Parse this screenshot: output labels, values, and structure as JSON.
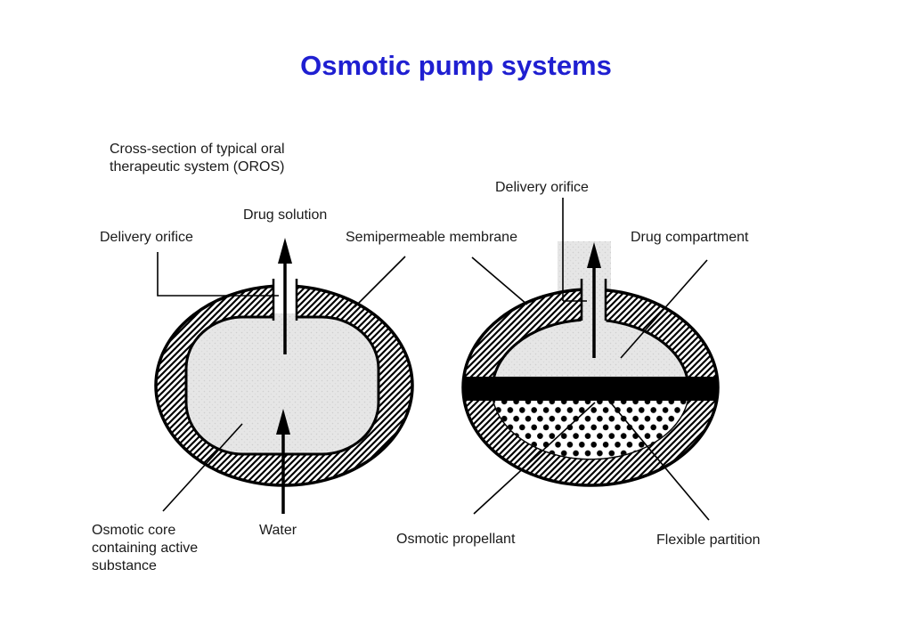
{
  "slide": {
    "title": "Osmotic pump systems",
    "title_color": "#1f1fd1",
    "background_color": "#ffffff"
  },
  "left_diagram": {
    "caption": "Cross-section of typical oral therapeutic system (OROS)",
    "labels": {
      "delivery_orifice": "Delivery orifice",
      "drug_solution": "Drug solution",
      "osmotic_core": "Osmotic core containing active substance",
      "water": "Water"
    }
  },
  "shared_labels": {
    "semipermeable_membrane": "Semipermeable membrane"
  },
  "right_diagram": {
    "labels": {
      "delivery_orifice": "Delivery orifice",
      "drug_compartment": "Drug compartment",
      "osmotic_propellant": "Osmotic propellant",
      "flexible_partition": "Flexible partition"
    }
  },
  "diagram_colors": {
    "membrane_hatch_lines": "#000000",
    "interior_gray": "#e6e6e6",
    "flexible_partition_band": "#000000",
    "propellant_dots": "#000000",
    "outline": "#000000"
  }
}
